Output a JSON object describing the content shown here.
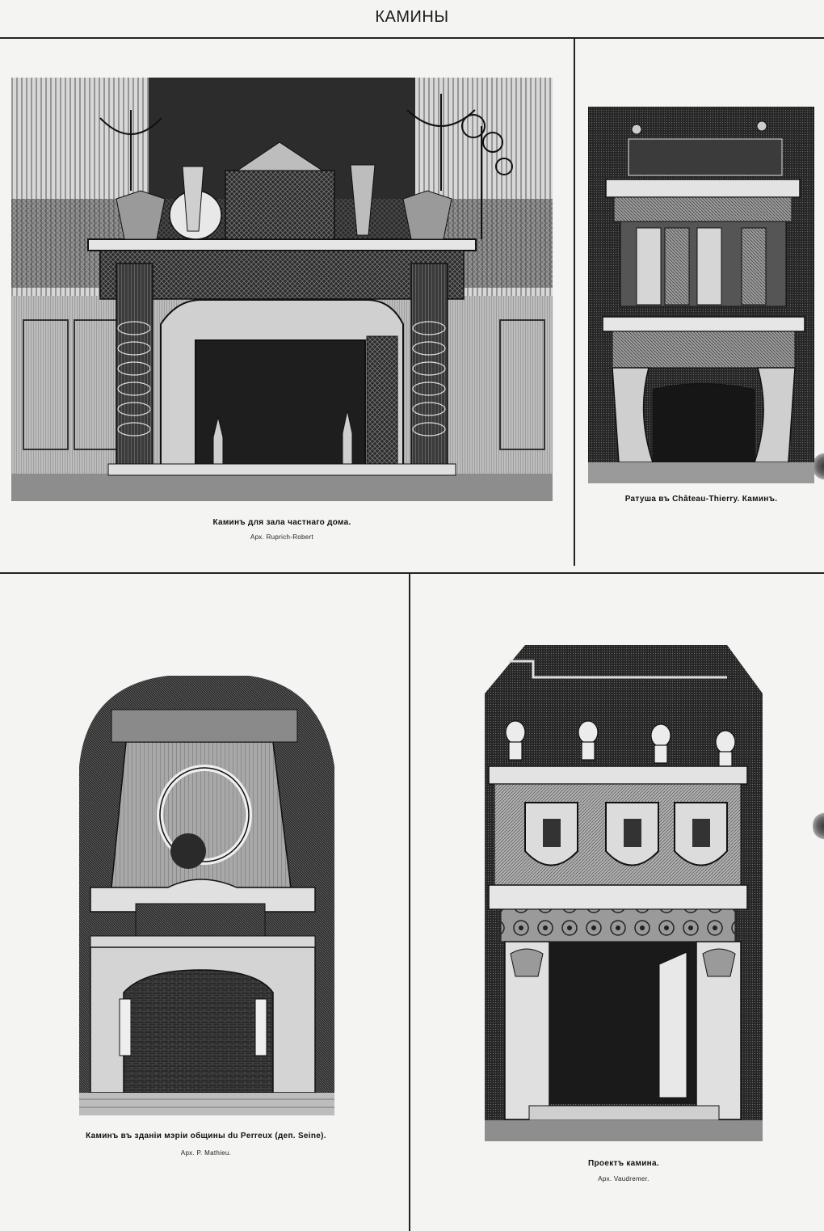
{
  "header": {
    "title": "КАМИНЫ"
  },
  "plates": [
    {
      "caption": "Каминъ для зала частнаго дома.",
      "credit": "Арх. Ruprich-Robert"
    },
    {
      "caption": "Ратуша въ Château-Thierry. Каминъ.",
      "credit": ""
    },
    {
      "caption": "Каминъ въ зданіи мэріи общины du Perreux (деп. Seine).",
      "credit": "Арх. P. Mathieu."
    },
    {
      "caption": "Проектъ камина.",
      "credit": "Арх. Vaudremer."
    }
  ],
  "colors": {
    "ink": "#111111",
    "paper": "#f4f4f2",
    "engraving_dark": "#2a2a2a",
    "engraving_mid": "#6e6e6e",
    "engraving_light": "#cfcfcf"
  }
}
